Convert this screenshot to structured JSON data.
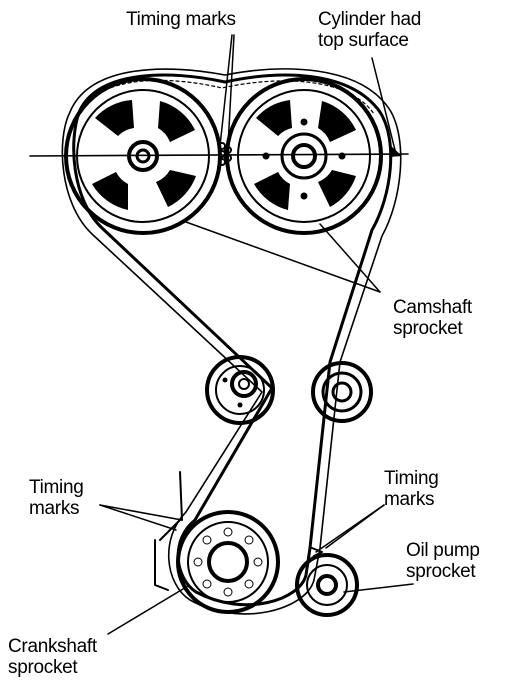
{
  "labels": {
    "timing_marks_top": "Timing marks",
    "cylinder_head_top_surface": [
      "Cylinder  had",
      "top surface"
    ],
    "camshaft_sprocket": [
      "Camshaft",
      "sprocket"
    ],
    "timing_marks_left": [
      "Timing",
      "marks"
    ],
    "timing_marks_right": [
      "Timing",
      "marks"
    ],
    "oil_pump_sprocket": [
      "Oil pump",
      "sprocket"
    ],
    "crankshaft_sprocket": [
      "Crankshaft",
      "sprocket"
    ]
  },
  "colors": {
    "ink": "#000000",
    "paper": "#ffffff"
  }
}
